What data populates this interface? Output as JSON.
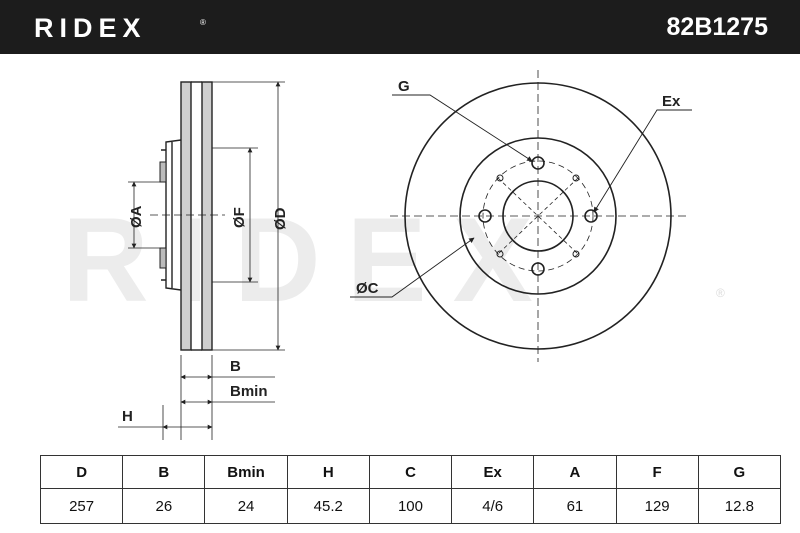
{
  "brand": {
    "logo_text": "RIDEX",
    "reg_mark": "®"
  },
  "part_number": "82B1275",
  "watermark": {
    "text": "RIDEX",
    "reg_mark": "®"
  },
  "drawing_labels": {
    "side_a": "ØA",
    "side_f": "ØF",
    "side_d": "ØD",
    "side_b": "B",
    "side_bmin": "Bmin",
    "side_h": "H",
    "front_g": "G",
    "front_ex": "Ex",
    "front_c": "ØC"
  },
  "spec_table": {
    "headers": [
      "D",
      "B",
      "Bmin",
      "H",
      "C",
      "Ex",
      "A",
      "F",
      "G"
    ],
    "values": [
      "257",
      "26",
      "24",
      "45.2",
      "100",
      "4/6",
      "61",
      "129",
      "12.8"
    ]
  },
  "colors": {
    "header_bg": "#1c1c1c",
    "line": "#222222",
    "watermark": "#ececec"
  }
}
